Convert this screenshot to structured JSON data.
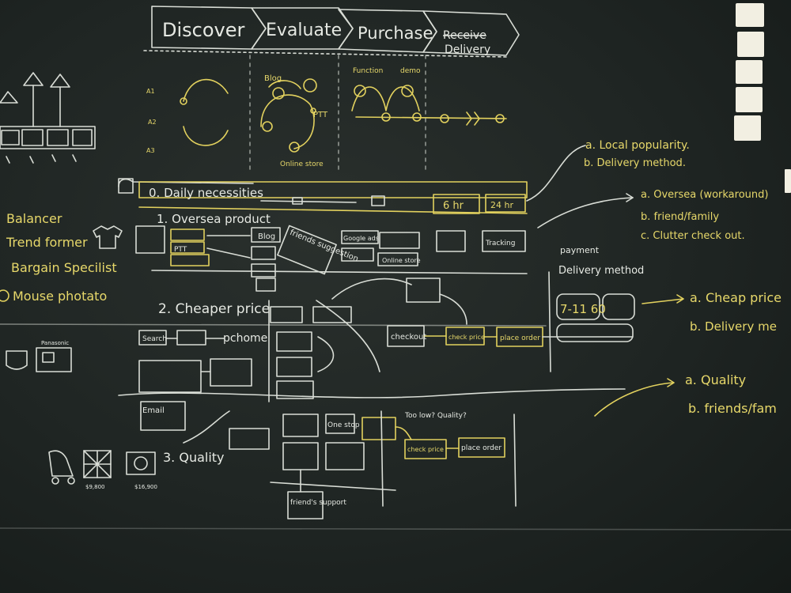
{
  "stages": [
    "Discover",
    "Evaluate",
    "Purchase",
    "Receive",
    "Delivery"
  ],
  "left_roles": [
    "Balancer",
    "Trend former",
    "Bargain Specilist",
    "Mouse photato"
  ],
  "rows": {
    "row0": "0. Daily necessities",
    "row1": "1. Oversea product",
    "row2": "2. Cheaper price",
    "row3": "3. Quality"
  },
  "small_box_labels": {
    "blog": "Blog",
    "ptt": "PTT",
    "online_store": "Online store",
    "friends_suggestion": "friends suggestion",
    "google_ads": "Google ads",
    "checkout": "checkout",
    "check_price": "check price",
    "place_order": "place order",
    "pchome": "pchome",
    "search": "Search",
    "email": "Email",
    "friends_support": "friend's support",
    "one_stop": "One stop",
    "tracking": "Tracking",
    "time_6hr": "6 hr",
    "time_24hr": "24 hr",
    "price_note": "7-11  60",
    "too_low_quality": "Too low? Quality?"
  },
  "right_notes": {
    "n1a": "a. Local popularity.",
    "n1b": "b. Delivery method.",
    "n2a": "a. Oversea (workaround)",
    "n2b": "b. friend/family",
    "n2c": "c. Clutter check out.",
    "n3_payment": "payment",
    "n3_delivery": "Delivery method",
    "n4a": "a. Cheap price",
    "n4b": "b. Delivery me",
    "n5a": "a. Quality",
    "n5b": "b. friends/fam"
  },
  "colors": {
    "board": "#1f2523",
    "chalk_white": "#e6e9e3",
    "chalk_yellow": "#e7d86a",
    "sticky_note": "#f2efe2"
  }
}
